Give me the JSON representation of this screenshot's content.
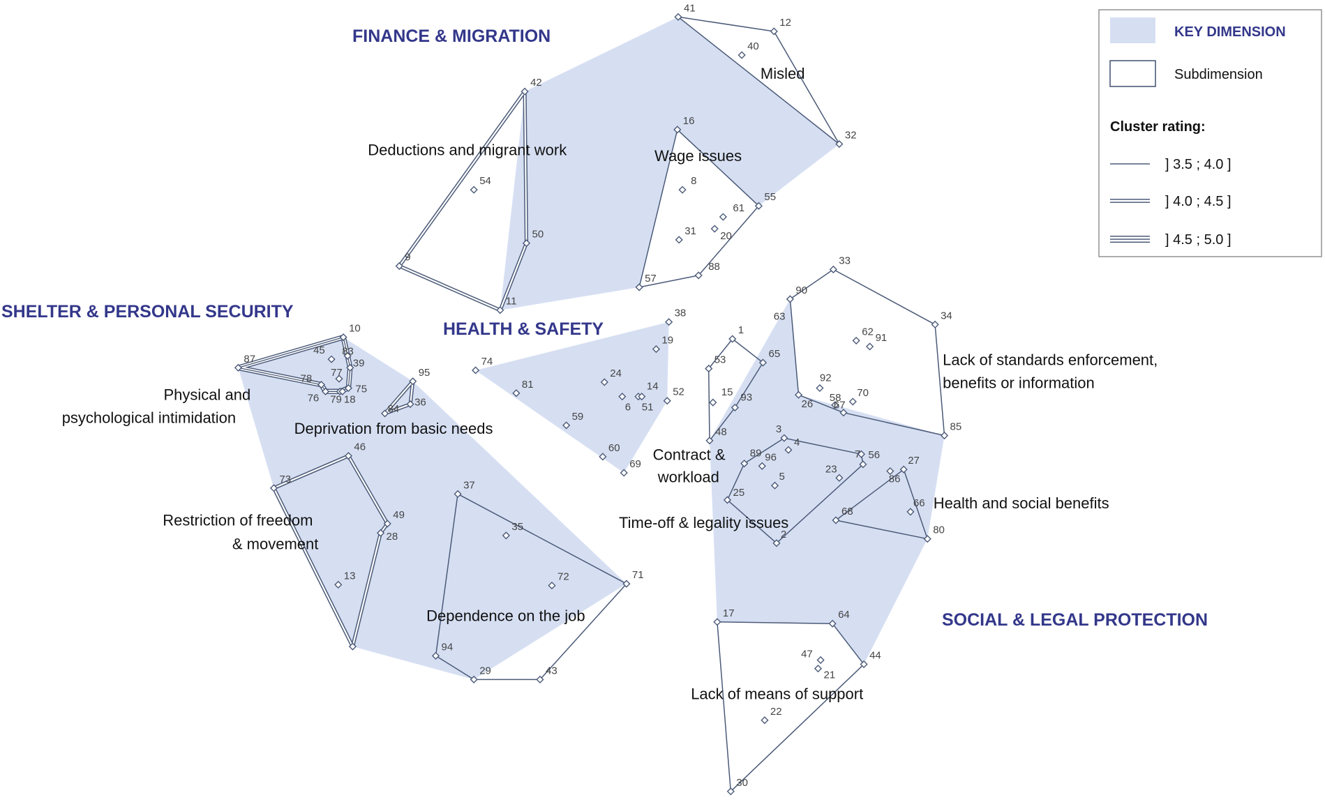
{
  "dimensions": [
    {
      "id": "finance",
      "label": "FINANCE & MIGRATION"
    },
    {
      "id": "shelter",
      "label": "SHELTER & PERSONAL SECURITY"
    },
    {
      "id": "health",
      "label": "HEALTH & SAFETY"
    },
    {
      "id": "social",
      "label": "SOCIAL & LEGAL PROTECTION"
    }
  ],
  "subdimensions": [
    {
      "id": "misled",
      "label_lines": [
        "Misled"
      ],
      "rating": "1"
    },
    {
      "id": "deductions",
      "label_lines": [
        "Deductions and migrant work"
      ],
      "rating": "2"
    },
    {
      "id": "wage",
      "label_lines": [
        "Wage issues"
      ],
      "rating": "1"
    },
    {
      "id": "physical",
      "label_lines": [
        "Physical and",
        "psychological intimidation"
      ],
      "rating": "3"
    },
    {
      "id": "deprivation",
      "label_lines": [
        "Deprivation from basic needs"
      ],
      "rating": "2"
    },
    {
      "id": "restriction",
      "label_lines": [
        "Restriction of freedom",
        "& movement"
      ],
      "rating": "2"
    },
    {
      "id": "dependence",
      "label_lines": [
        "Dependence on the job"
      ],
      "rating": "1"
    },
    {
      "id": "contract",
      "label_lines": [
        "Contract &",
        "workload"
      ],
      "rating": "1"
    },
    {
      "id": "timeoff",
      "label_lines": [
        "Time-off & legality issues"
      ],
      "rating": "1"
    },
    {
      "id": "standards",
      "label_lines": [
        "Lack of standards enforcement,",
        "benefits or information"
      ],
      "rating": "1"
    },
    {
      "id": "healthsocial",
      "label_lines": [
        "Health and social benefits"
      ],
      "rating": "1"
    },
    {
      "id": "means",
      "label_lines": [
        "Lack of means of support"
      ],
      "rating": "1"
    }
  ],
  "statements": [
    "41",
    "12",
    "40",
    "32",
    "42",
    "16",
    "8",
    "61",
    "55",
    "31",
    "20",
    "88",
    "57",
    "54",
    "50",
    "9",
    "11",
    "10",
    "87",
    "45",
    "83",
    "39",
    "78",
    "77",
    "76",
    "79",
    "18",
    "75",
    "95",
    "36",
    "84",
    "46",
    "73",
    "49",
    "28",
    "13",
    "63",
    "37",
    "35",
    "72",
    "71",
    "94",
    "29",
    "43",
    "38",
    "19",
    "74",
    "81",
    "24",
    "14",
    "52",
    "6",
    "51",
    "59",
    "60",
    "69",
    "1",
    "53",
    "65",
    "15",
    "93",
    "48",
    "90",
    "33",
    "34",
    "62",
    "91",
    "92",
    "58",
    "70",
    "26",
    "67",
    "85",
    "3",
    "4",
    "96",
    "89",
    "25",
    "5",
    "23",
    "7",
    "56",
    "27",
    "86",
    "66",
    "68",
    "80",
    "2",
    "17",
    "64",
    "44",
    "47",
    "21",
    "22",
    "30"
  ],
  "legend": {
    "key_dimension": "KEY DIMENSION",
    "subdimension": "Subdimension",
    "cluster_rating_title": "Cluster rating:",
    "ratings": [
      {
        "id": "1",
        "label": "] 3.5 ; 4.0 ]"
      },
      {
        "id": "2",
        "label": "] 4.0 ; 4.5 ]"
      },
      {
        "id": "3",
        "label": "] 4.5 ; 5.0 ]"
      }
    ]
  },
  "colors": {
    "key_fill": "#d6dff2",
    "outline": "#4b5a78",
    "dimension_text": "#33378a"
  }
}
